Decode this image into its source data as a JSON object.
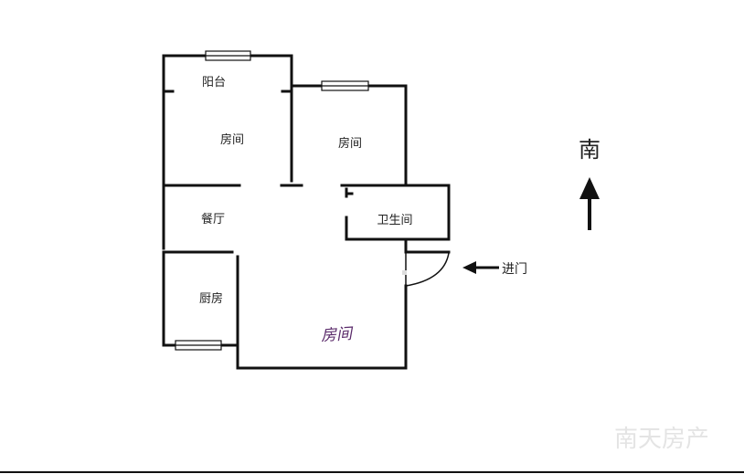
{
  "rooms": {
    "balcony": "阳台",
    "bedroom_north": "房间",
    "bedroom_middle": "房间",
    "dining": "餐厅",
    "bathroom": "卫生间",
    "kitchen": "厨房",
    "bedroom_south": "房间"
  },
  "compass": {
    "label": "南"
  },
  "entrance": {
    "label": "进门"
  },
  "watermark": "南天房产",
  "colors": {
    "wall": "#111111",
    "handwriting": "#5a2a6a",
    "watermark": "#e4e4e4"
  }
}
